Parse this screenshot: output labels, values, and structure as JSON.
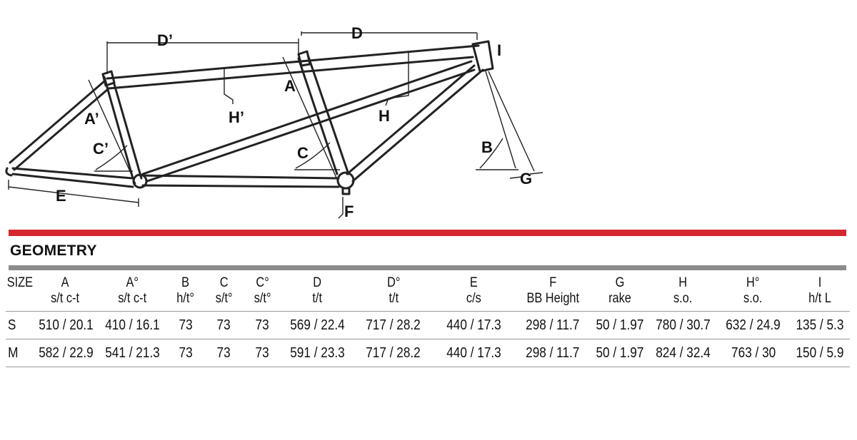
{
  "diagram": {
    "labels": {
      "A": "A",
      "A_prime": "A’",
      "B": "B",
      "C": "C",
      "C_prime": "C’",
      "D": "D",
      "D_prime": "D’",
      "E": "E",
      "F": "F",
      "G": "G",
      "H": "H",
      "H_prime": "H’",
      "I": "I"
    }
  },
  "geometry": {
    "title": "GEOMETRY",
    "columns": [
      {
        "key": "size",
        "line1": "SIZE",
        "line2": ""
      },
      {
        "key": "A",
        "line1": "A",
        "line2": "s/t c-t"
      },
      {
        "key": "A_deg",
        "line1": "A°",
        "line2": "s/t c-t"
      },
      {
        "key": "B",
        "line1": "B",
        "line2": "h/t°"
      },
      {
        "key": "C",
        "line1": "C",
        "line2": "s/t°"
      },
      {
        "key": "C_deg",
        "line1": "C°",
        "line2": "s/t°"
      },
      {
        "key": "D",
        "line1": "D",
        "line2": "t/t"
      },
      {
        "key": "D_deg",
        "line1": "D°",
        "line2": "t/t"
      },
      {
        "key": "E",
        "line1": "E",
        "line2": "c/s"
      },
      {
        "key": "F",
        "line1": "F",
        "line2": "BB Height"
      },
      {
        "key": "G",
        "line1": "G",
        "line2": "rake"
      },
      {
        "key": "H",
        "line1": "H",
        "line2": "s.o."
      },
      {
        "key": "H_deg",
        "line1": "H°",
        "line2": "s.o."
      },
      {
        "key": "I",
        "line1": "I",
        "line2": "h/t L"
      }
    ],
    "rows": [
      [
        "S",
        "510 / 20.1",
        "410 / 16.1",
        "73",
        "73",
        "73",
        "569 / 22.4",
        "717 / 28.2",
        "440 / 17.3",
        "298 / 11.7",
        "50 / 1.97",
        "780 / 30.7",
        "632 / 24.9",
        "135 / 5.3"
      ],
      [
        "M",
        "582 / 22.9",
        "541 / 21.3",
        "73",
        "73",
        "73",
        "591 / 23.3",
        "717 / 28.2",
        "440 / 17.3",
        "298 / 11.7",
        "50 / 1.97",
        "824 / 32.4",
        "763 / 30",
        "150 / 5.9"
      ]
    ]
  },
  "colors": {
    "accent_rule": "#d6262e",
    "secondary_rule": "#8c8c8c",
    "text": "#111111"
  }
}
